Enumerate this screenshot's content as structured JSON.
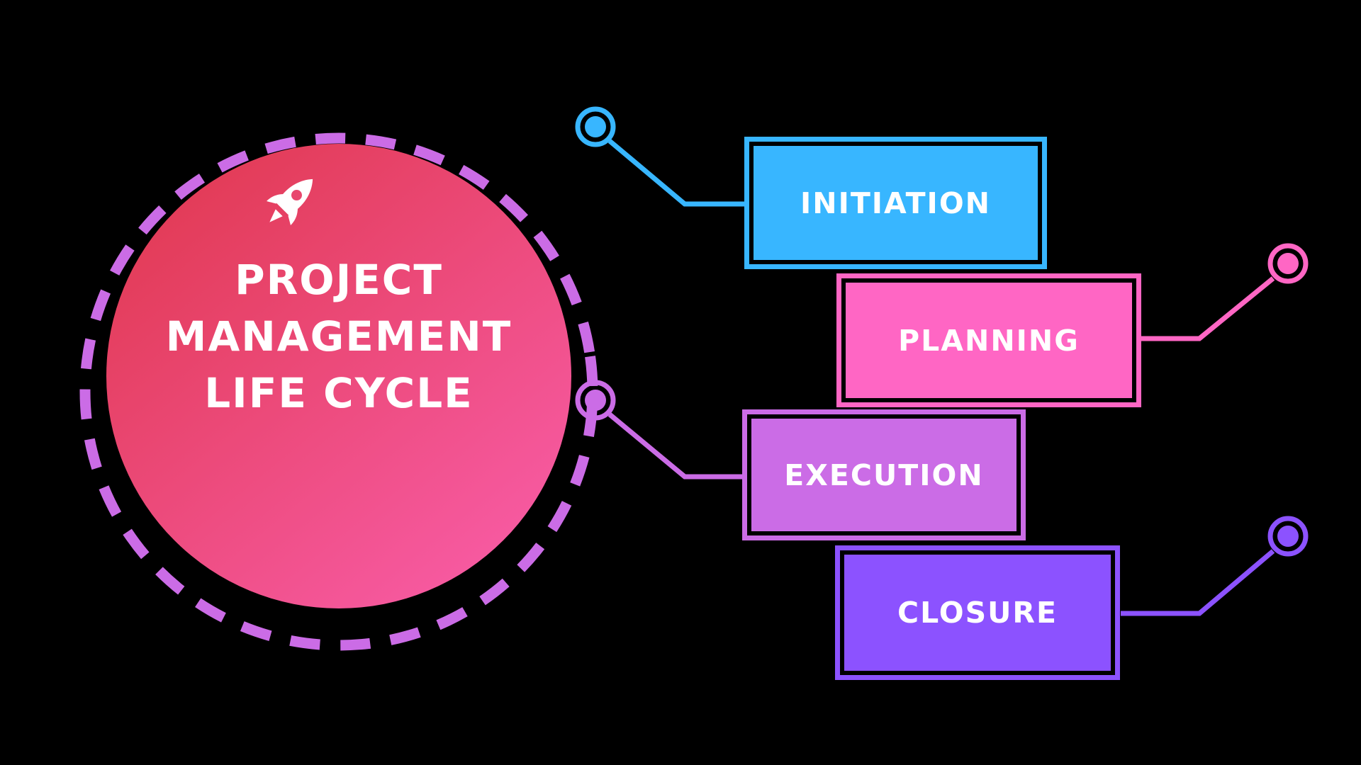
{
  "background": "#000000",
  "center": {
    "icon": "rocket-icon",
    "title_lines": [
      "PROJECT",
      "MANAGEMENT",
      "LIFE CYCLE"
    ],
    "text_color": "#FFFFFF",
    "gradient_start": "#E23B56",
    "gradient_end": "#F85CA6",
    "dash_color": "#CB6CE6",
    "rocket_window_color": "#E8476E"
  },
  "stages": [
    {
      "label": "INITIATION",
      "color": "#38B6FF"
    },
    {
      "label": "PLANNING",
      "color": "#FF66C4"
    },
    {
      "label": "EXECUTION",
      "color": "#CB6CE6"
    },
    {
      "label": "CLOSURE",
      "color": "#8C52FF"
    }
  ]
}
